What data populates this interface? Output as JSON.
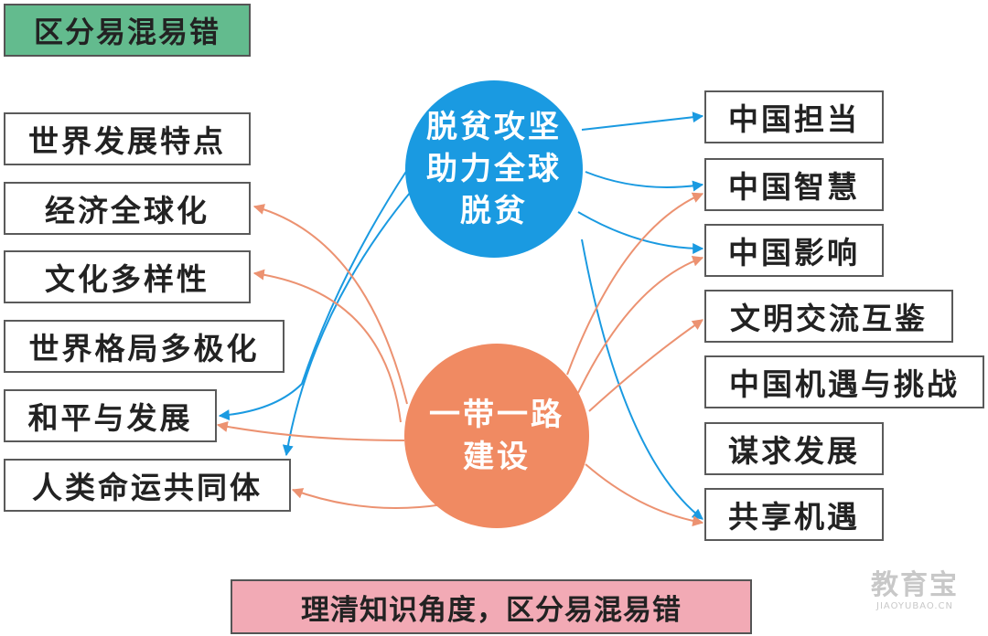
{
  "top_banner": "区分易混易错",
  "bottom_banner": "理清知识角度，区分易混易错",
  "center_nodes": {
    "poverty": [
      "脱贫攻坚",
      "助力全球",
      "脱贫"
    ],
    "belt_road": [
      "一带一路",
      "建设"
    ]
  },
  "left_boxes": [
    "世界发展特点",
    "经济全球化",
    "文化多样性",
    "世界格局多极化",
    "和平与发展",
    "人类命运共同体"
  ],
  "right_boxes": [
    "中国担当",
    "中国智慧",
    "中国影响",
    "文明交流互鉴",
    "中国机遇与挑战",
    "谋求发展",
    "共享机遇"
  ],
  "colors": {
    "blue_arrow": "#1a9ae1",
    "orange_arrow": "#ec9271",
    "top_banner_bg": "#63bb8e",
    "bottom_banner_bg": "#f2aab5"
  },
  "watermark": {
    "logo": "教育宝",
    "url": "JIAOYUBAO.CN"
  }
}
